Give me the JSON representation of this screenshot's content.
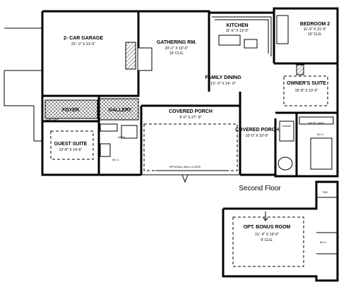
{
  "floor_title": "Second Floor",
  "rooms": {
    "garage": {
      "name": "2- CAR GARAGE",
      "dims": "22'- 0\" X 21'-0\""
    },
    "gathering": {
      "name": "GATHERING RM.",
      "dims": "20'-2\" X 19'-0\"",
      "note": "15' CLG."
    },
    "kitchen": {
      "name": "KITCHEN",
      "dims": "11'-6\" X 13'-0\""
    },
    "bedroom2": {
      "name": "BEDROOM 2",
      "dims": "11'-0\" X 21'-0\"",
      "note": "10' CLG."
    },
    "dining": {
      "name": "FAMILY DINING",
      "dims": "13'- 0\" X 14'- 0\""
    },
    "owners_suite": {
      "name": "OWNER'S SUITE",
      "dims": "15'-8\" X 13'-0\""
    },
    "foyer": {
      "name": "FOYER"
    },
    "gallery": {
      "name": "GALLERY"
    },
    "entry": {
      "name": "ENTRY"
    },
    "covered_porch": {
      "name": "COVERED PORCH",
      "dims": "6'-0\" X 27'- 8\""
    },
    "covered_porch2": {
      "name": "COVERED PORCH",
      "dims": "10'-0\" X 10'-0\""
    },
    "guest_suite": {
      "name": "GUEST SUITE",
      "dims": "12'-8\" X 14'-6\""
    },
    "bonus_room": {
      "name": "OPT. BONUS ROOM",
      "dims": "11'- 4\" X 19'-0\"",
      "note": "9' CLG."
    }
  },
  "small_labels": {
    "wic": "W.I.C.",
    "gate": "OPTIONAL WALL & GATE",
    "tub": "TUB",
    "mstr_bath": "MSTR. BATH",
    "bath": "BATH",
    "laund": "LAUND."
  }
}
